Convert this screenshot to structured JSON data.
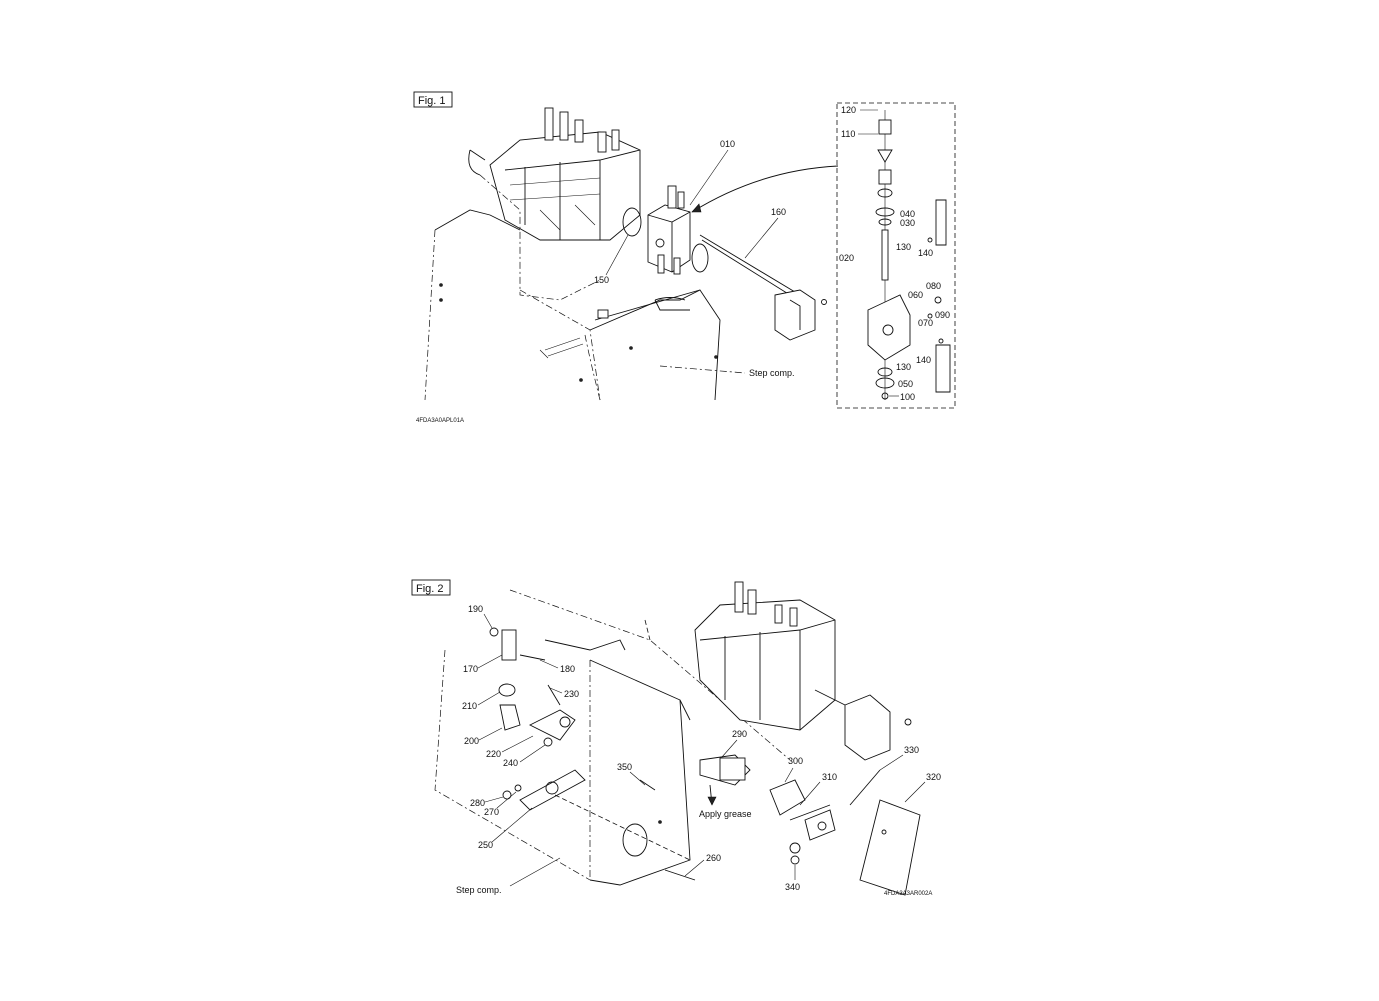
{
  "figure1": {
    "title": "Fig. 1",
    "drawing_code": "4FDA3A0APL01A",
    "step_label": "Step comp.",
    "callouts": [
      "010",
      "020",
      "030",
      "040",
      "050",
      "060",
      "070",
      "080",
      "090",
      "100",
      "110",
      "120",
      "130",
      "130",
      "140",
      "140",
      "150",
      "160"
    ]
  },
  "figure2": {
    "title": "Fig. 2",
    "drawing_code": "4FDA3A3AR002A",
    "step_label": "Step comp.",
    "grease_note": "Apply grease",
    "callouts": [
      "170",
      "180",
      "190",
      "200",
      "210",
      "220",
      "230",
      "240",
      "250",
      "260",
      "270",
      "280",
      "290",
      "300",
      "310",
      "320",
      "330",
      "340",
      "350"
    ]
  }
}
